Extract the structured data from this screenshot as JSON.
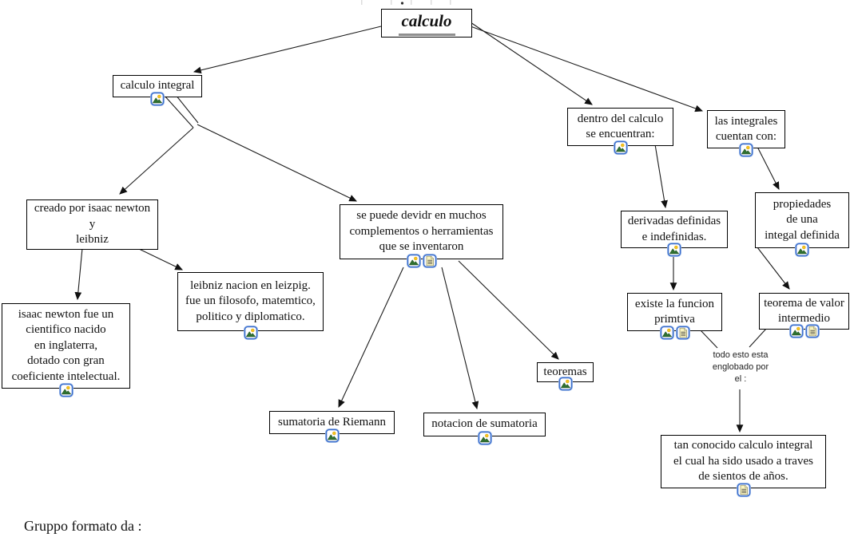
{
  "colors": {
    "background": "#ffffff",
    "box_border": "#000000",
    "line_color": "#1c1c1c",
    "root_underline": "#8f8f8f",
    "icon_border": "#3c6fce",
    "icon_halo": "#aac4ea",
    "doc_page": "#faf4c0",
    "mountain_green": "#2f7030",
    "sun_yellow": "#f6c51d"
  },
  "map": {
    "nodes": {
      "root": {
        "label": "calculo",
        "icons": []
      },
      "calculo_integral": {
        "label": "calculo integral",
        "icons": [
          "image-icon"
        ]
      },
      "dentro": {
        "label": "dentro del calculo\nse encuentran:",
        "icons": [
          "image-icon"
        ]
      },
      "las_integrales": {
        "label": "las integrales\ncuentan con:",
        "icons": [
          "image-icon"
        ]
      },
      "creado": {
        "label": "creado por isaac newton\ny\nleibniz",
        "icons": []
      },
      "se_puede": {
        "label": "se puede devidr en muchos\ncomplementos o herramientas\nque se inventaron",
        "icons": [
          "image-icon",
          "document-icon"
        ]
      },
      "derivadas": {
        "label": "derivadas definidas\ne indefinidas.",
        "icons": [
          "image-icon"
        ]
      },
      "propiedades": {
        "label": "propiedades\nde una\nintegal definida",
        "icons": [
          "image-icon"
        ]
      },
      "leibniz": {
        "label": "leibniz nacion en leizpig.\nfue un filosofo, matemtico,\npolitico y diplomatico.",
        "icons": [
          "image-icon"
        ]
      },
      "isaac": {
        "label": "isaac newton fue un\ncientifico nacido\nen inglaterra,\ndotado con gran\ncoeficiente intelectual.",
        "icons": [
          "image-icon"
        ]
      },
      "existe": {
        "label": "existe la funcion\nprimtiva",
        "icons": [
          "image-icon",
          "document-icon"
        ]
      },
      "teorema_valor": {
        "label": "teorema de valor\nintermedio",
        "icons": [
          "image-icon",
          "document-icon"
        ]
      },
      "teoremas": {
        "label": "teoremas",
        "icons": [
          "image-icon"
        ]
      },
      "sumatoria": {
        "label": "sumatoria de Riemann",
        "icons": [
          "image-icon"
        ]
      },
      "notacion": {
        "label": "notacion de sumatoria",
        "icons": [
          "image-icon"
        ]
      },
      "tan_conocido": {
        "label": "tan conocido calculo integral\nel cual ha sido usado a traves\nde sientos de años.",
        "icons": [
          "document-icon"
        ]
      }
    },
    "linking_phrase": {
      "label": "todo esto esta\nenglobado por\nel :"
    },
    "footer": {
      "label": "Gruppo formato da :"
    }
  }
}
